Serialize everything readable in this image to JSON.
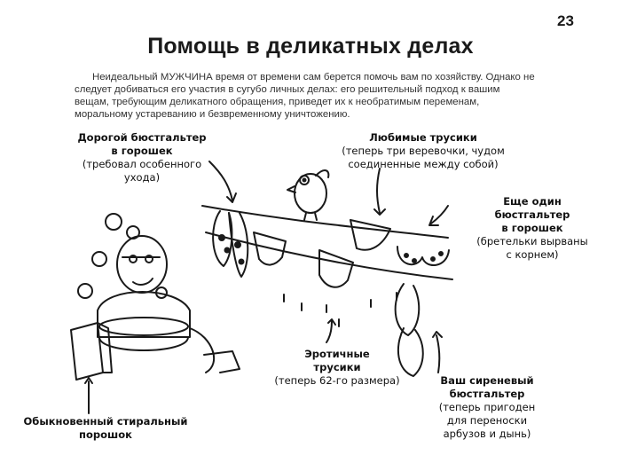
{
  "page_number": "23",
  "title": "Помощь в деликатных делах",
  "intro": "Неидеальный МУЖЧИНА время от времени сам берется помочь вам по хозяйству. Однако не следует добиваться его участия в сугубо личных делах: его решительный подход к вашим вещам, требующим деликатного обращения, приведет их к необратимым переменам, моральному устареванию и безвременному уничтожению.",
  "captions": {
    "bra_dotted": {
      "line1": "Дорогой бюстгальтер",
      "line2": "в горошек",
      "line3": "(требовал особенного",
      "line4": "ухода)"
    },
    "panties_fav": {
      "line1": "Любимые трусики",
      "line2": "(теперь три веревочки, чудом",
      "line3": "соединенные между собой)"
    },
    "bra_another": {
      "line1": "Еще один",
      "line2": "бюстгальтер",
      "line3": "в горошек",
      "line4": "(бретельки вырваны",
      "line5": "с корнем)"
    },
    "panties_erotic": {
      "line1": "Эротичные",
      "line2": "трусики",
      "line3": "(теперь 62-го размера)"
    },
    "bra_lilac": {
      "line1": "Ваш сиреневый",
      "line2": "бюстгальтер",
      "line3": "(теперь пригоден",
      "line4": "для переноски",
      "line5": "арбузов и дынь)"
    },
    "powder": {
      "line1": "Обыкновенный стиральный",
      "line2": "порошок"
    }
  }
}
